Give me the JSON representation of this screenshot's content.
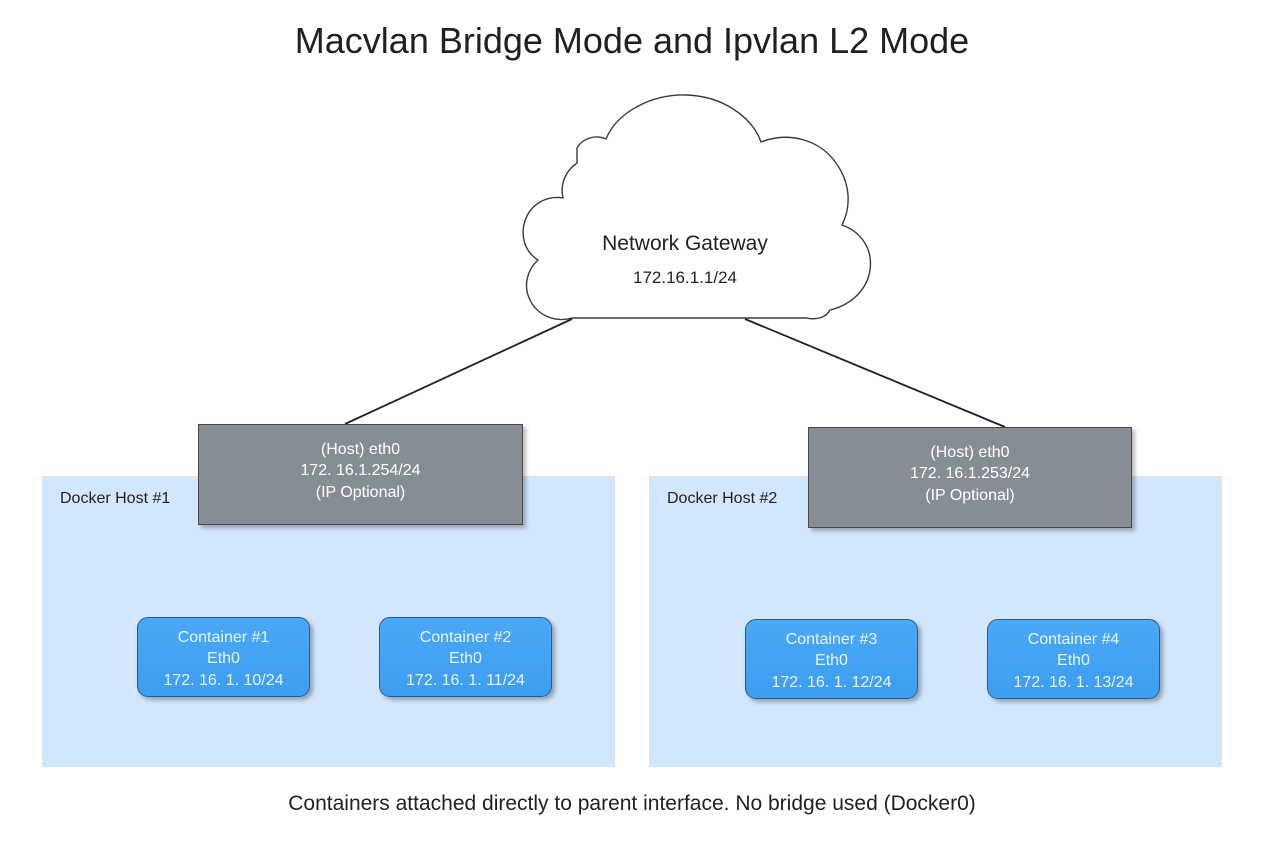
{
  "title": "Macvlan Bridge Mode and Ipvlan L2 Mode",
  "caption": "Containers attached directly to parent interface. No bridge used (Docker0)",
  "cloud": {
    "icon": "cloud-icon",
    "name": "Network Gateway",
    "ip": "172.16.1.1/24"
  },
  "hosts": [
    {
      "panel_label": "Docker Host #1",
      "nic": {
        "line1": "(Host) eth0",
        "line2": "172. 16.1.254/24",
        "line3": "(IP Optional)"
      },
      "containers": [
        {
          "name": "Container #1",
          "interface": "Eth0",
          "ip": "172. 16. 1. 10/24"
        },
        {
          "name": "Container #2",
          "interface": "Eth0",
          "ip": "172. 16. 1. 11/24"
        }
      ]
    },
    {
      "panel_label": "Docker Host #2",
      "nic": {
        "line1": "(Host) eth0",
        "line2": "172. 16.1.253/24",
        "line3": "(IP Optional)"
      },
      "containers": [
        {
          "name": "Container #3",
          "interface": "Eth0",
          "ip": "172. 16. 1. 12/24"
        },
        {
          "name": "Container #4",
          "interface": "Eth0",
          "ip": "172. 16. 1. 13/24"
        }
      ]
    }
  ],
  "colors": {
    "host_panel_background": "#d2e6fc",
    "host_nic_fill": "#878d94",
    "container_fill": "#42a5f5",
    "line_stroke": "#231f20",
    "text_dark": "#231f20",
    "text_light": "#ffffff",
    "page_background": "#ffffff"
  }
}
